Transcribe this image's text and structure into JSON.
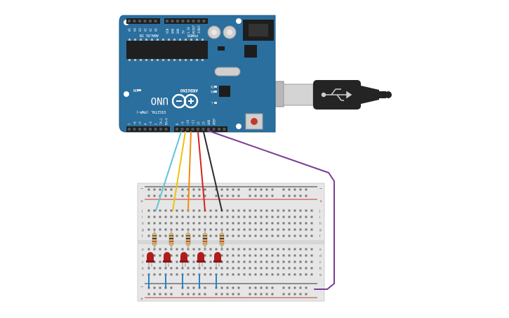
{
  "arduino": {
    "analog_label": "ANALOG IN",
    "power_label": "POWER",
    "digital_label": "DIGITAL (PWM~)",
    "brand": "ARDUINO",
    "model": "UNO",
    "on_label": "ON",
    "tx_label": "TX",
    "rx_label": "RX",
    "l_label": "L",
    "analog_pins": [
      "A5",
      "A4",
      "A3",
      "A2",
      "A1",
      "A0"
    ],
    "power_pins": [
      "VIN",
      "GND",
      "GND",
      "5V",
      "3.3V",
      "RESET",
      "IOREF"
    ],
    "digital_pins_left": [
      "8",
      "~9",
      "~10",
      "~11",
      "12",
      "13",
      "GND",
      "AREF"
    ],
    "digital_pins_right": [
      "7",
      "~6",
      "~5",
      "4",
      "~3",
      "2",
      "TX→1",
      "RX←0"
    ]
  },
  "breadboard": {
    "row_letters_top": [
      "j",
      "i",
      "h",
      "g",
      "f"
    ],
    "row_letters_bottom": [
      "e",
      "d",
      "c",
      "b",
      "a"
    ],
    "rail_minus": "−",
    "rail_plus": "+"
  },
  "colors": {
    "board": "#2a6f9e",
    "wire_cyan": "#5fc4d8",
    "wire_yellow": "#f0c20a",
    "wire_orange": "#f28c0c",
    "wire_red": "#d82020",
    "wire_black": "#2b2b2b",
    "wire_purple": "#7a3d96",
    "wire_blue": "#1e88c8",
    "led": "#b01c1c"
  }
}
